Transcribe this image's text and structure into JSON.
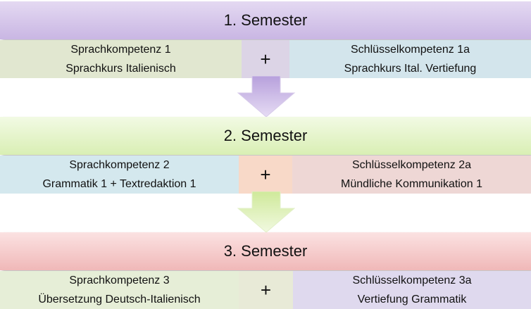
{
  "semesters": [
    {
      "title": "1. Semester",
      "left": {
        "line1": "Sprachkompetenz 1",
        "line2": "Sprachkurs Italienisch"
      },
      "plus": "+",
      "right": {
        "line1": "Schlüsselkompetenz 1a",
        "line2": "Sprachkurs Ital. Vertiefung"
      }
    },
    {
      "title": "2. Semester",
      "left": {
        "line1": "Sprachkompetenz 2",
        "line2": "Grammatik 1 + Textredaktion 1"
      },
      "plus": "+",
      "right": {
        "line1": "Schlüsselkompetenz 2a",
        "line2": "Mündliche Kommunikation 1"
      }
    },
    {
      "title": "3. Semester",
      "left": {
        "line1": "Sprachkompetenz 3",
        "line2": "Übersetzung Deutsch-Italienisch"
      },
      "plus": "+",
      "right": {
        "line1": "Schlüsselkompetenz 3a",
        "line2": "Vertiefung Grammatik"
      }
    }
  ],
  "colors": {
    "sem1_header": "#d6c6ea",
    "sem1_left": "#e1e7d0",
    "sem1_plus": "#dcd4e6",
    "sem1_right": "#d3e5ec",
    "arrow1": "#c8b5e6",
    "sem2_header": "#e6f4cf",
    "sem2_left": "#d4e8ee",
    "sem2_plus": "#f8d9c8",
    "sem2_right": "#eed7d5",
    "arrow2": "#dcf0b4",
    "sem3_header": "#f5c9c9",
    "sem3_left": "#e6eed7",
    "sem3_plus": "#e8ead7",
    "sem3_right": "#dfd9ee"
  }
}
